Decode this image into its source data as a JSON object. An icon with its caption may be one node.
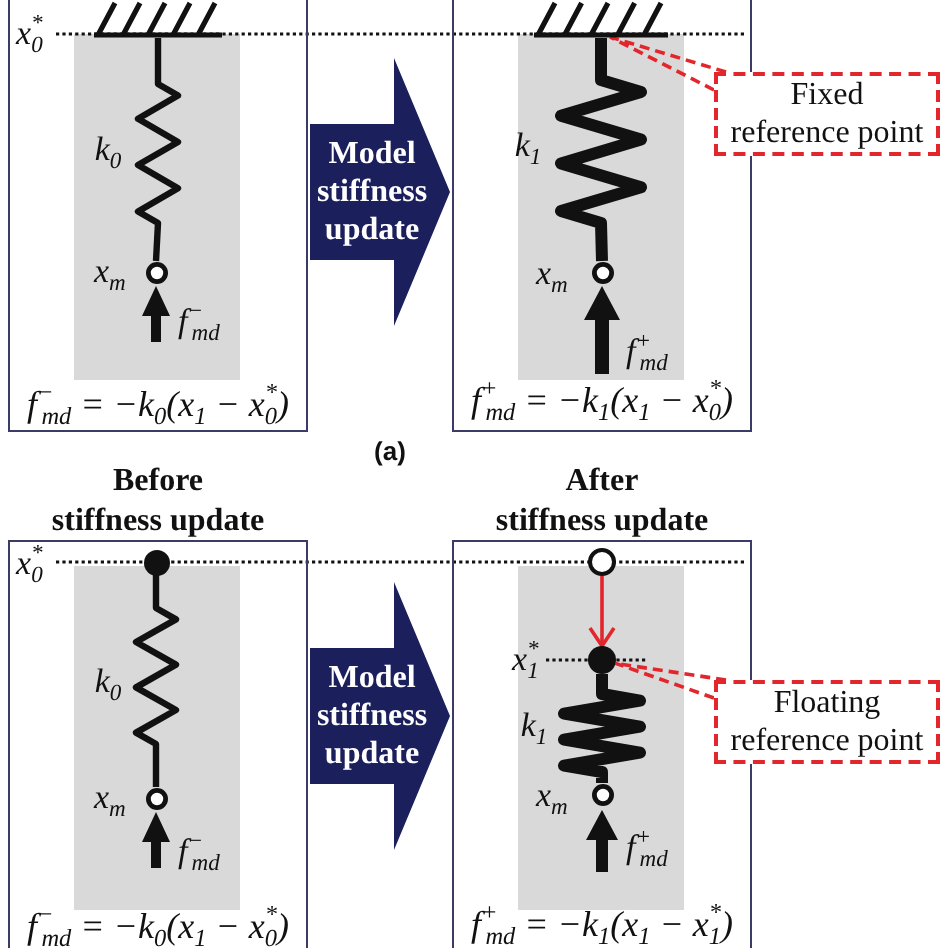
{
  "diagram": {
    "nodes": [
      {
        "text": [
          "f$^{−}$$_{md}$ = −k$_{0}$(x$_{1}$ − x$^{*}$$_{0}$)"
        ]
      },
      {
        "text": [],
        "shape": "hatch",
        "in": 0,
        "beside": [
          "x$^{*}$$_{0}$"
        ]
      },
      {
        "text": [],
        "shape": "circle",
        "in": 0,
        "beside": [
          "x$_{m}$",
          "f$^{−}$$_{md}$"
        ]
      },
      {
        "text": [
          "f$^{+}$$_{md}$ = −k$_{1}$(x$_{1}$ − x$^{*}$$_{0}$)"
        ]
      },
      {
        "text": [],
        "shape": "hatch",
        "in": 3
      },
      {
        "text": [],
        "shape": "circle",
        "in": 3,
        "beside": [
          "x$_{m}$",
          "f$^{+}$$_{md}$"
        ]
      },
      {
        "text": [
          "Fixed reference point"
        ]
      },
      {
        "text": [
          "Before stiffness update",
          "f$^{−}$$_{md}$ = −k$_{0}$(x$_{1}$ − x$^{*}$$_{0}$)"
        ]
      },
      {
        "text": [],
        "shape": "circle",
        "in": 7,
        "beside": [
          "x$^{*}$$_{0}$"
        ]
      },
      {
        "text": [],
        "shape": "circle",
        "in": 7,
        "beside": [
          "x$_{m}$",
          "f$^{−}$$_{md}$"
        ]
      },
      {
        "text": [
          "After stiffness update",
          "f$^{+}$$_{md}$ = −k$_{1}$(x$_{1}$ − x$^{*}$$_{1}$)"
        ]
      },
      {
        "text": [],
        "shape": "circle",
        "in": 10
      },
      {
        "text": [],
        "shape": "circle",
        "in": 10,
        "beside": [
          "x$^{*}$$_{1}$"
        ]
      },
      {
        "text": [],
        "shape": "circle",
        "in": 10,
        "beside": [
          "x$_{m}$",
          "f$^{+}$$_{md}$"
        ]
      },
      {
        "text": [
          "Floating reference point"
        ]
      }
    ],
    "edges": [
      {
        "from": 1,
        "to": 2,
        "arrow": "none",
        "label": "k$_{0}$"
      },
      {
        "from": 0,
        "to": 3,
        "arrow": "to",
        "label": "Model stiffness update",
        "style": "thick",
        "color": "#1b1f5c"
      },
      {
        "from": 4,
        "to": 5,
        "arrow": "none",
        "label": "k$_{1}$",
        "style": "thick"
      },
      {
        "from": 6,
        "to": 4,
        "arrow": "none",
        "style": "dashed",
        "color": "#e3262b"
      },
      {
        "from": 7,
        "to": 10,
        "arrow": "to",
        "label": "Model stiffness update",
        "style": "thick",
        "color": "#1b1f5c"
      },
      {
        "from": 8,
        "to": 9,
        "arrow": "none",
        "label": "k$_{0}$"
      },
      {
        "from": 11,
        "to": 12,
        "arrow": "to",
        "color": "#e3262b"
      },
      {
        "from": 14,
        "to": 12,
        "arrow": "none",
        "style": "dashed",
        "color": "#e3262b"
      },
      {
        "from": 12,
        "to": 13,
        "arrow": "none",
        "label": "k$_{1}$",
        "style": "thick"
      }
    ],
    "labels": [
      "(a)"
    ]
  }
}
